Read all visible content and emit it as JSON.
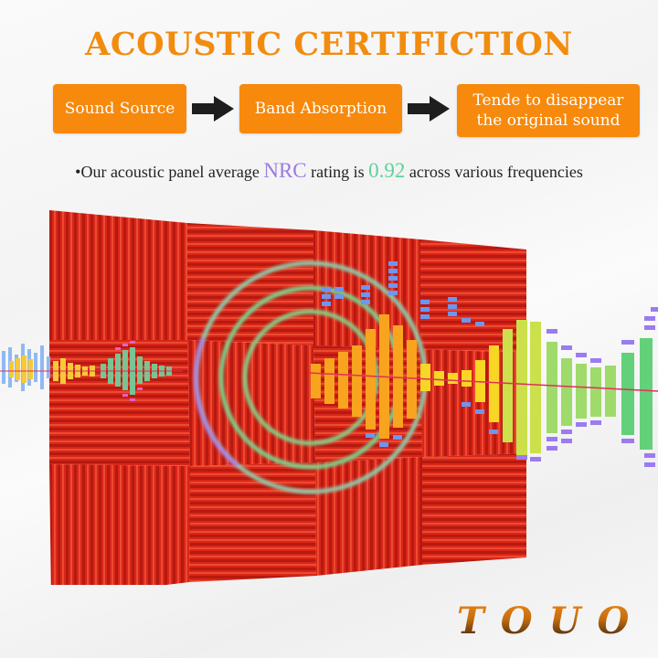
{
  "header": {
    "title": "ACOUSTIC CERTIFICTION"
  },
  "flow": {
    "steps": [
      {
        "label": "Sound Source"
      },
      {
        "label": "Band Absorption"
      },
      {
        "label_line1": "Tende to disappear",
        "label_line2": "the original sound"
      }
    ],
    "arrow_icon": "right-arrow-icon",
    "box_color": "#f7890c"
  },
  "nrc_statement": {
    "bullet": "•",
    "prefix": "Our acoustic panel average ",
    "highlight_term": "NRC",
    "middle": " rating is ",
    "value": "0.92",
    "suffix": " across various frequencies",
    "term_color": "#9b7be0",
    "value_color": "#5fd09a"
  },
  "illustration": {
    "panel_color": "#d8261a",
    "panel_grid": {
      "rows": 3,
      "cols": 4
    },
    "elements": [
      "acoustic-foam-panels",
      "sound-wave-rings",
      "audio-equalizer-bars",
      "frequency-axis-line"
    ]
  },
  "brand": {
    "name": "TOUO"
  }
}
